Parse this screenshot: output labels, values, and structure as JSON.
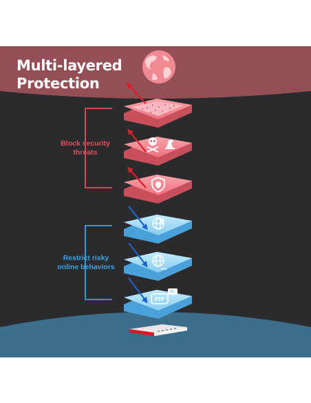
{
  "title_lines": [
    "Multi-layered",
    "Protection"
  ],
  "groups": {
    "threats": {
      "label_lines": [
        "Block security",
        "threats"
      ],
      "color": "#e05058",
      "layers": [
        {
          "icon": "globe-dots-icon"
        },
        {
          "icon": "skull-trojan-horse-icon"
        },
        {
          "icon": "shield-icon"
        }
      ]
    },
    "behaviors": {
      "label_lines": [
        "Restrict risky",
        "online behaviors"
      ],
      "color": "#3aa3e6",
      "layers": [
        {
          "icon": "globe-location-icon"
        },
        {
          "icon": "globe-url-icon",
          "badge": "URL"
        },
        {
          "icon": "ftp-chat-icon",
          "badge": "FTP"
        }
      ]
    }
  },
  "threat_globe_icon": "globe-icon",
  "device_icon": "firewall-appliance-icon",
  "colors": {
    "background": "#2b2b2d",
    "top_band": "#934f55",
    "bottom_band": "#3c6e8c",
    "threat_layer": "#f28490",
    "behavior_layer": "#a8dcf6"
  }
}
